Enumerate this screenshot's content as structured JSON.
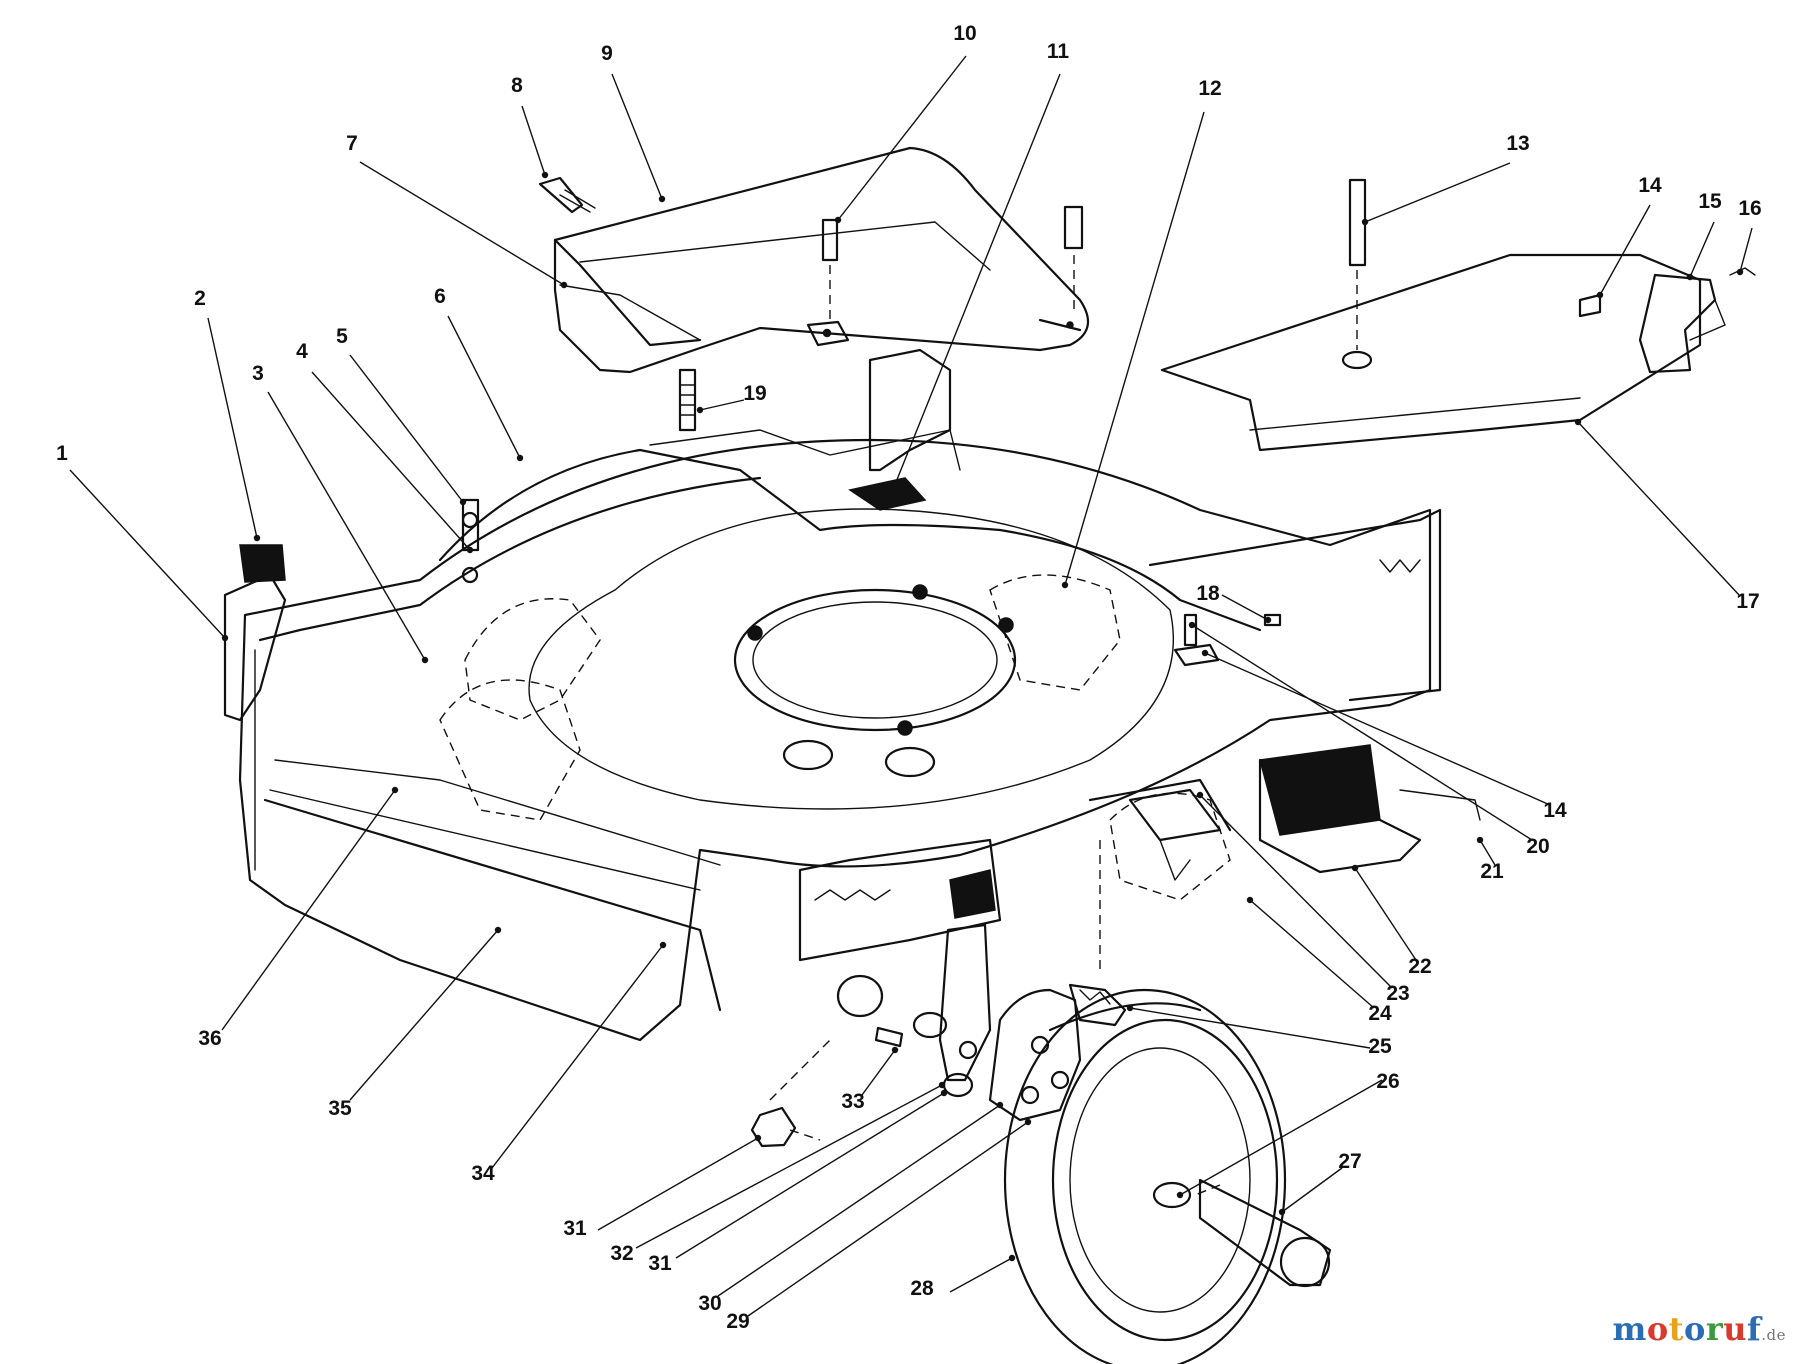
{
  "diagram": {
    "callouts": [
      {
        "id": "c1",
        "label": "1"
      },
      {
        "id": "c2",
        "label": "2"
      },
      {
        "id": "c3",
        "label": "3"
      },
      {
        "id": "c4",
        "label": "4"
      },
      {
        "id": "c5",
        "label": "5"
      },
      {
        "id": "c6",
        "label": "6"
      },
      {
        "id": "c7",
        "label": "7"
      },
      {
        "id": "c8",
        "label": "8"
      },
      {
        "id": "c9",
        "label": "9"
      },
      {
        "id": "c10",
        "label": "10"
      },
      {
        "id": "c11",
        "label": "11"
      },
      {
        "id": "c12",
        "label": "12"
      },
      {
        "id": "c13",
        "label": "13"
      },
      {
        "id": "c14a",
        "label": "14"
      },
      {
        "id": "c15",
        "label": "15"
      },
      {
        "id": "c16",
        "label": "16"
      },
      {
        "id": "c17",
        "label": "17"
      },
      {
        "id": "c18",
        "label": "18"
      },
      {
        "id": "c19",
        "label": "19"
      },
      {
        "id": "c14b",
        "label": "14"
      },
      {
        "id": "c20",
        "label": "20"
      },
      {
        "id": "c21",
        "label": "21"
      },
      {
        "id": "c22",
        "label": "22"
      },
      {
        "id": "c23",
        "label": "23"
      },
      {
        "id": "c24",
        "label": "24"
      },
      {
        "id": "c25",
        "label": "25"
      },
      {
        "id": "c26",
        "label": "26"
      },
      {
        "id": "c27",
        "label": "27"
      },
      {
        "id": "c28",
        "label": "28"
      },
      {
        "id": "c29",
        "label": "29"
      },
      {
        "id": "c30",
        "label": "30"
      },
      {
        "id": "c31a",
        "label": "31"
      },
      {
        "id": "c32",
        "label": "32"
      },
      {
        "id": "c31b",
        "label": "31"
      },
      {
        "id": "c33",
        "label": "33"
      },
      {
        "id": "c34",
        "label": "34"
      },
      {
        "id": "c35",
        "label": "35"
      },
      {
        "id": "c36",
        "label": "36"
      }
    ]
  },
  "watermark": {
    "letters": [
      {
        "ch": "m",
        "color": "#2a6db5"
      },
      {
        "ch": "o",
        "color": "#d83a2e"
      },
      {
        "ch": "t",
        "color": "#e8a21a"
      },
      {
        "ch": "o",
        "color": "#2a6db5"
      },
      {
        "ch": "r",
        "color": "#3a9a3c"
      },
      {
        "ch": "u",
        "color": "#d83a2e"
      },
      {
        "ch": "f",
        "color": "#2a6db5"
      }
    ],
    "tld": ".de"
  }
}
